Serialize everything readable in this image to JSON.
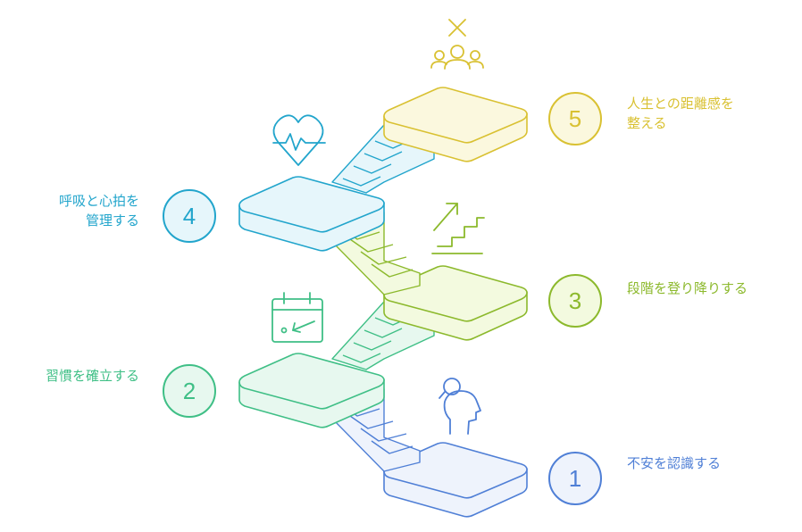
{
  "steps": [
    {
      "number": "1",
      "label_lines": [
        "不安を認識する"
      ],
      "color": "#4F7FD6",
      "fill": "#EEF3FC",
      "icon": "person-search-icon"
    },
    {
      "number": "2",
      "label_lines": [
        "習慣を確立する"
      ],
      "color": "#3FBF86",
      "fill": "#E7F8EF",
      "icon": "calendar-icon"
    },
    {
      "number": "3",
      "label_lines": [
        "段階を登り降りする"
      ],
      "color": "#8CB92C",
      "fill": "#F3FADF",
      "icon": "stairs-up-icon"
    },
    {
      "number": "4",
      "label_lines": [
        "呼吸と心拍を",
        "管理する"
      ],
      "color": "#22A5CC",
      "fill": "#E6F6FB",
      "icon": "heart-pulse-icon"
    },
    {
      "number": "5",
      "label_lines": [
        "人生との距離感を",
        "整える"
      ],
      "color": "#D9C132",
      "fill": "#FBF8DE",
      "icon": "group-cross-icon"
    }
  ]
}
